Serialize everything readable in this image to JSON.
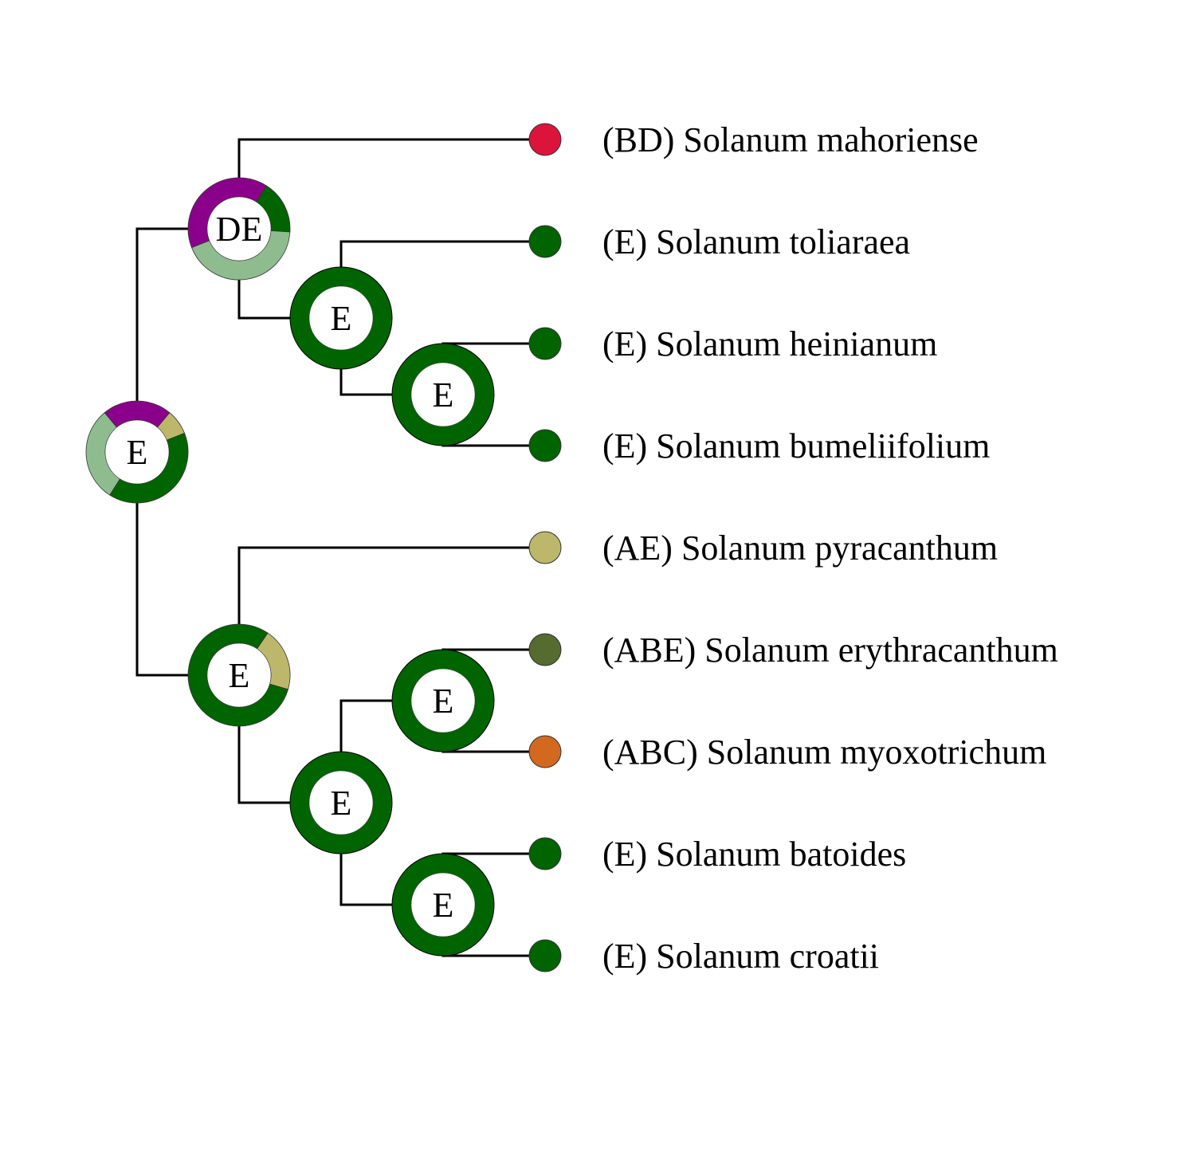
{
  "colors": {
    "E": "#006400",
    "D": "#8fbc8f",
    "AE": "#bdb76b",
    "DE": "#8b008b",
    "BD": "#dc143c",
    "ABE": "#556b2f",
    "ABC": "#d2691e",
    "branch": "#000000",
    "tip_outline": "#333333"
  },
  "tips": [
    {
      "id": "t1",
      "label": "(BD) Solanum mahoriense",
      "area": "BD"
    },
    {
      "id": "t2",
      "label": "(E) Solanum toliaraea",
      "area": "E"
    },
    {
      "id": "t3",
      "label": "(E) Solanum heinianum",
      "area": "E"
    },
    {
      "id": "t4",
      "label": "(E) Solanum bumeliifolium",
      "area": "E"
    },
    {
      "id": "t5",
      "label": "(AE) Solanum pyracanthum",
      "area": "AE"
    },
    {
      "id": "t6",
      "label": "(ABE) Solanum erythracanthum",
      "area": "ABE"
    },
    {
      "id": "t7",
      "label": "(ABC) Solanum myoxotrichum",
      "area": "ABC"
    },
    {
      "id": "t8",
      "label": "(E) Solanum batoides",
      "area": "E"
    },
    {
      "id": "t9",
      "label": "(E) Solanum croatii",
      "area": "E"
    }
  ],
  "nodes": [
    {
      "id": "n_root",
      "label": "E",
      "probs": [
        {
          "area": "DE",
          "p": 0.22
        },
        {
          "area": "AE",
          "p": 0.08
        },
        {
          "area": "E",
          "p": 0.4
        },
        {
          "area": "D",
          "p": 0.3
        }
      ]
    },
    {
      "id": "n_top",
      "label": "DE",
      "probs": [
        {
          "area": "E",
          "p": 0.17
        },
        {
          "area": "D",
          "p": 0.43
        },
        {
          "area": "DE",
          "p": 0.4
        }
      ]
    },
    {
      "id": "n_top_b",
      "label": "E",
      "probs": [
        {
          "area": "E",
          "p": 1
        }
      ]
    },
    {
      "id": "n_top_c",
      "label": "E",
      "probs": [
        {
          "area": "E",
          "p": 1
        }
      ]
    },
    {
      "id": "n_bot",
      "label": "E",
      "probs": [
        {
          "area": "AE",
          "p": 0.2
        },
        {
          "area": "E",
          "p": 0.8
        }
      ]
    },
    {
      "id": "n_bot_b",
      "label": "E",
      "probs": [
        {
          "area": "E",
          "p": 1
        }
      ]
    },
    {
      "id": "n_bot_c",
      "label": "E",
      "probs": [
        {
          "area": "E",
          "p": 1
        }
      ]
    },
    {
      "id": "n_bot_d",
      "label": "E",
      "probs": [
        {
          "area": "E",
          "p": 1
        }
      ]
    }
  ]
}
